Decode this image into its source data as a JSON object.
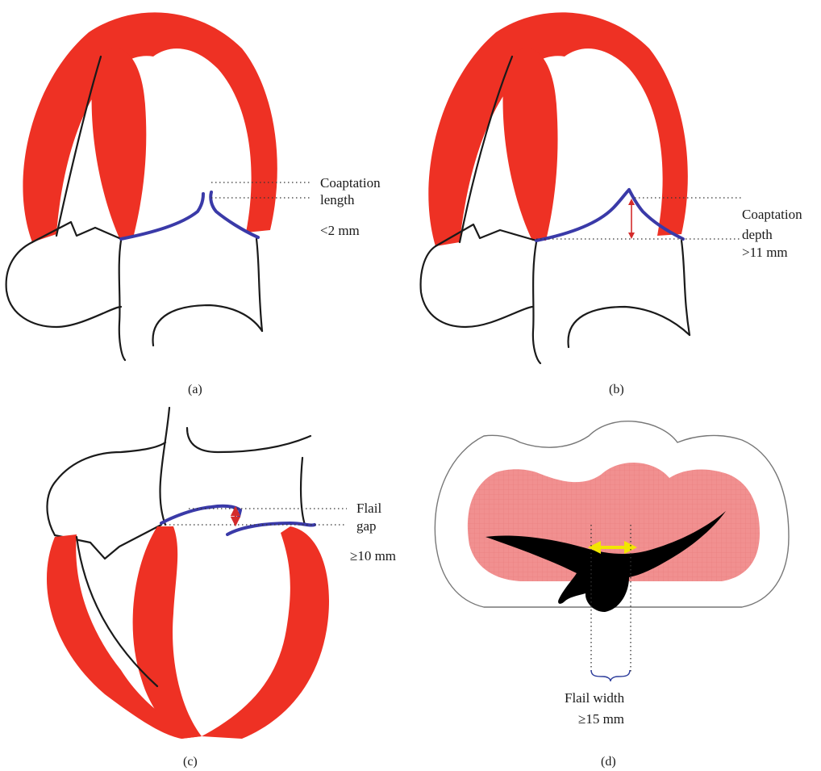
{
  "panels": {
    "a": {
      "caption": "(a)",
      "label_lines": [
        "Coaptation",
        "length",
        "<2 mm"
      ]
    },
    "b": {
      "caption": "(b)",
      "label_lines": [
        "Coaptation",
        "depth",
        ">11 mm"
      ]
    },
    "c": {
      "caption": "(c)",
      "label_lines": [
        "Flail",
        "gap",
        "≥10 mm"
      ]
    },
    "d": {
      "caption": "(d)",
      "label_lines": [
        "Flail width",
        "≥15 mm"
      ]
    }
  },
  "colors": {
    "myocardium": "#ee3124",
    "leaflet": "#3a3aa8",
    "measure_arrow_red": "#d42b2b",
    "measure_arrow_yellow": "#f2e600",
    "valve_fill": "#f08c8c",
    "orifice": "#000000",
    "outline": "#1a1a1a"
  }
}
